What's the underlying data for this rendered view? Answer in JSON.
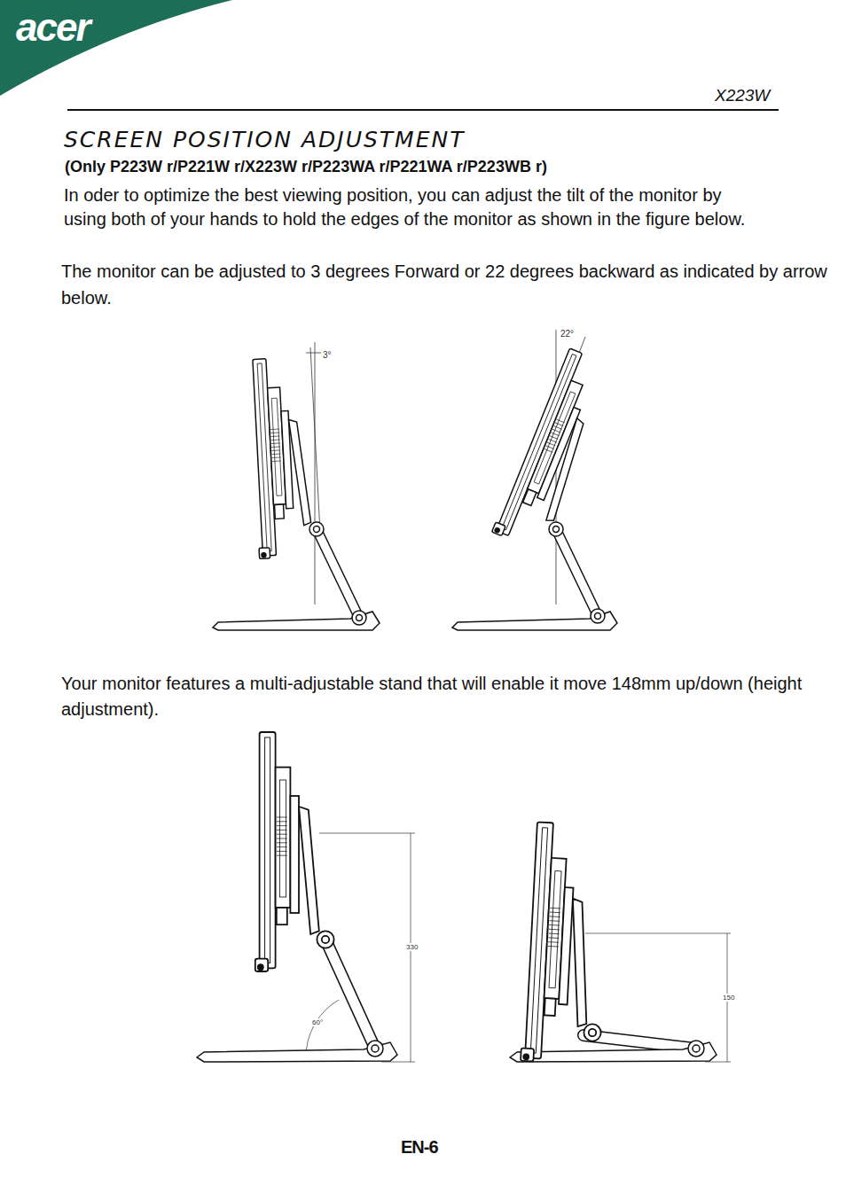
{
  "diagram": {
    "title": "SCREEN POSITION ADJUSTMENT",
    "labels": [
      "acer",
      "X223W",
      "(Only P223W r/P221W r/X223W r/P223WA r/P221WA r/P223WB r)",
      "In oder to optimize the best viewing position, you can adjust the tilt of the monitor by using both of your hands to hold the edges of the monitor as shown in the figure below.",
      "The monitor can be adjusted to 3 degrees Forward or 22 degrees backward as indicated by arrow below.",
      "3°",
      "22°",
      "Your monitor features a multi-adjustable stand that will enable it move 148mm up/down (height adjustment).",
      "330",
      "60°",
      "150",
      "EN-6"
    ]
  }
}
